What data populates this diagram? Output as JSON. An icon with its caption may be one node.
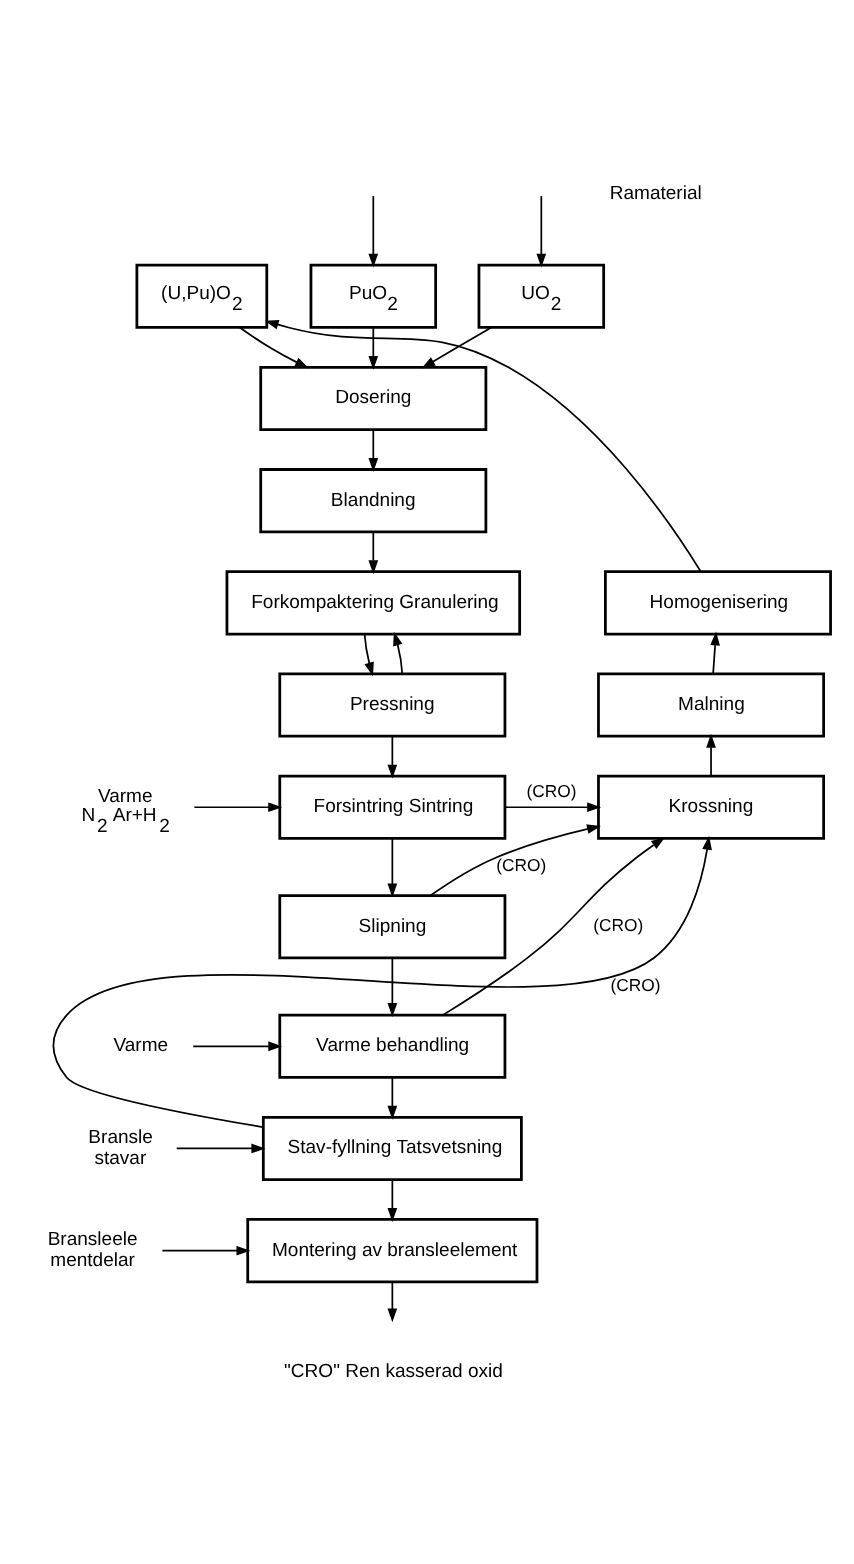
{
  "diagram": {
    "nodes": [
      {
        "text": [
          "UO$_{2}$"
        ]
      },
      {
        "text": [
          "PuO$_{2}$"
        ]
      },
      {
        "text": [
          "(U,Pu)O$_{2}$"
        ]
      },
      {
        "text": [
          "Dosering"
        ]
      },
      {
        "text": [
          "Blandning"
        ]
      },
      {
        "text": [
          "Forkompaktering Granulering"
        ]
      },
      {
        "text": [
          "Pressning"
        ]
      },
      {
        "text": [
          "Forsintring Sintring"
        ]
      },
      {
        "text": [
          "Slipning"
        ]
      },
      {
        "text": [
          "Varme behandling"
        ]
      },
      {
        "text": [
          "Stav-fyllning Tatsvetsning"
        ]
      },
      {
        "text": [
          "Montering av bransleelement"
        ]
      },
      {
        "text": [
          "Krossning"
        ]
      },
      {
        "text": [
          "Malning"
        ]
      },
      {
        "text": [
          "Homogenisering"
        ]
      },
      {
        "text": [
          "Varme",
          "N$_{2}$ Ar+H$_{2}$"
        ]
      },
      {
        "text": [
          "Varme"
        ]
      },
      {
        "text": [
          "Bransle",
          "stavar"
        ]
      },
      {
        "text": [
          "Bransleele",
          "mentdelar"
        ]
      }
    ],
    "edges": [
      {
        "from": null,
        "to": 0,
        "arrow": "to"
      },
      {
        "from": null,
        "to": 1,
        "arrow": "to"
      },
      {
        "from": 0,
        "to": 3,
        "arrow": "to"
      },
      {
        "from": 1,
        "to": 3,
        "arrow": "to"
      },
      {
        "from": 2,
        "to": 3,
        "arrow": "to"
      },
      {
        "from": 3,
        "to": 4,
        "arrow": "to"
      },
      {
        "from": 4,
        "to": 5,
        "arrow": "to"
      },
      {
        "from": 5,
        "to": 6,
        "arrow": "to"
      },
      {
        "from": 6,
        "to": 5,
        "arrow": "to"
      },
      {
        "from": 6,
        "to": 7,
        "arrow": "to"
      },
      {
        "from": 15,
        "to": 7,
        "arrow": "to"
      },
      {
        "from": 7,
        "to": 8,
        "arrow": "to"
      },
      {
        "from": 7,
        "to": 12,
        "label": "(CRO)",
        "arrow": "to"
      },
      {
        "from": 8,
        "to": 9,
        "arrow": "to"
      },
      {
        "from": 8,
        "to": 12,
        "label": "(CRO)",
        "arrow": "to"
      },
      {
        "from": 16,
        "to": 9,
        "arrow": "to"
      },
      {
        "from": 9,
        "to": 10,
        "arrow": "to"
      },
      {
        "from": 9,
        "to": 12,
        "label": "(CRO)",
        "arrow": "to"
      },
      {
        "from": 17,
        "to": 10,
        "arrow": "to"
      },
      {
        "from": 10,
        "to": 11,
        "arrow": "to"
      },
      {
        "from": 10,
        "to": 12,
        "label": "(CRO)",
        "arrow": "to"
      },
      {
        "from": 18,
        "to": 11,
        "arrow": "to"
      },
      {
        "from": 11,
        "to": null,
        "arrow": "to"
      },
      {
        "from": 12,
        "to": 13,
        "arrow": "to"
      },
      {
        "from": 13,
        "to": 14,
        "arrow": "to"
      },
      {
        "from": 14,
        "to": 2,
        "arrow": "to"
      }
    ],
    "labels": [
      "Ramaterial",
      "\"CRO\" Ren kasserad oxid"
    ]
  }
}
